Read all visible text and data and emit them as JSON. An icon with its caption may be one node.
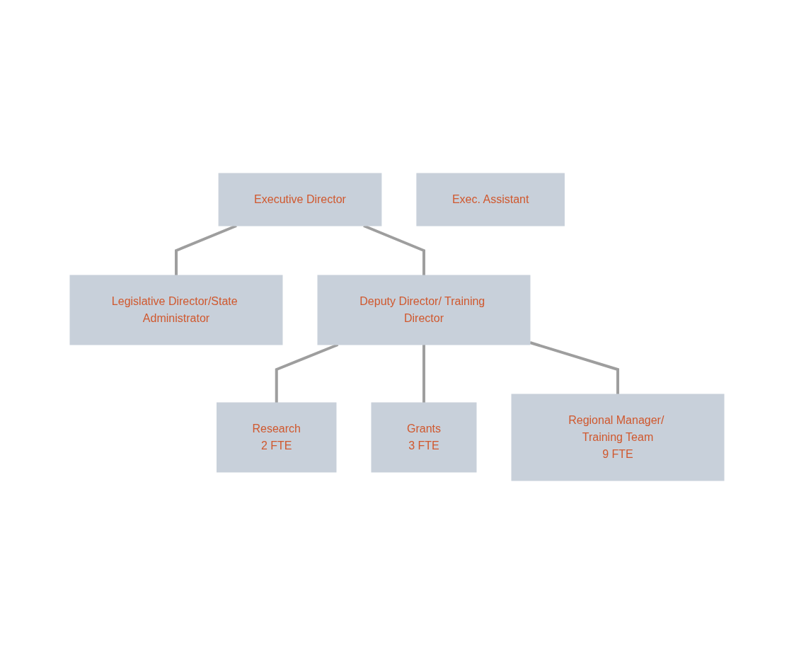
{
  "diagram": {
    "nodes": [
      {
        "text": [
          "Executive Director"
        ]
      },
      {
        "text": [
          "Exec. Assistant"
        ]
      },
      {
        "text": [
          "Deputy Director/ Training Director"
        ]
      },
      {
        "text": [
          "Legislative Director/State Administrator"
        ]
      },
      {
        "text": [
          "Research",
          "2 FTE"
        ]
      },
      {
        "text": [
          "Grants",
          "3 FTE"
        ]
      },
      {
        "text": [
          "Regional Manager/ Training Team",
          "9 FTE"
        ]
      }
    ],
    "edges": [
      {
        "from": 0,
        "to": 2,
        "arrow": "none"
      },
      {
        "from": 2,
        "to": 4,
        "arrow": "none"
      },
      {
        "from": 2,
        "to": 5,
        "arrow": "none"
      },
      {
        "from": 2,
        "to": 6,
        "arrow": "none"
      },
      {
        "from": 0,
        "to": 3,
        "arrow": "none"
      }
    ]
  }
}
